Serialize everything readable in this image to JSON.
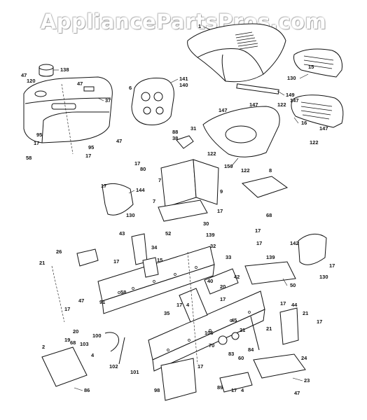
{
  "watermark": "AppliancePartsPros.com",
  "labels": [
    {
      "id": "l1",
      "text": "1"
    },
    {
      "id": "l138",
      "text": "138"
    },
    {
      "id": "l47a",
      "text": "47"
    },
    {
      "id": "l120",
      "text": "120"
    },
    {
      "id": "l47b",
      "text": "47"
    },
    {
      "id": "l37",
      "text": "37"
    },
    {
      "id": "l47c",
      "text": "47"
    },
    {
      "id": "l95a",
      "text": "95"
    },
    {
      "id": "l17a",
      "text": "17"
    },
    {
      "id": "l95b",
      "text": "95"
    },
    {
      "id": "l17b",
      "text": "17"
    },
    {
      "id": "l58a",
      "text": "58"
    },
    {
      "id": "l141",
      "text": "141"
    },
    {
      "id": "l140",
      "text": "140"
    },
    {
      "id": "l6",
      "text": "6"
    },
    {
      "id": "l88",
      "text": "88"
    },
    {
      "id": "l38",
      "text": "38"
    },
    {
      "id": "l31",
      "text": "31"
    },
    {
      "id": "l130a",
      "text": "130"
    },
    {
      "id": "l15",
      "text": "15"
    },
    {
      "id": "l149",
      "text": "149"
    },
    {
      "id": "l147a",
      "text": "147"
    },
    {
      "id": "l147b",
      "text": "147"
    },
    {
      "id": "l122a",
      "text": "122"
    },
    {
      "id": "l147c",
      "text": "147"
    },
    {
      "id": "l16",
      "text": "16"
    },
    {
      "id": "l147d",
      "text": "147"
    },
    {
      "id": "l122b",
      "text": "122"
    },
    {
      "id": "l122c",
      "text": "122"
    },
    {
      "id": "l150",
      "text": "150"
    },
    {
      "id": "l122d",
      "text": "122"
    },
    {
      "id": "l8",
      "text": "8"
    },
    {
      "id": "l17c",
      "text": "17"
    },
    {
      "id": "l80",
      "text": "80"
    },
    {
      "id": "l7a",
      "text": "7"
    },
    {
      "id": "l9",
      "text": "9"
    },
    {
      "id": "l7b",
      "text": "7"
    },
    {
      "id": "l17d",
      "text": "17"
    },
    {
      "id": "l30",
      "text": "30"
    },
    {
      "id": "l68",
      "text": "68"
    },
    {
      "id": "l17e",
      "text": "17"
    },
    {
      "id": "l144",
      "text": "144"
    },
    {
      "id": "l130b",
      "text": "130"
    },
    {
      "id": "l43",
      "text": "43"
    },
    {
      "id": "l52",
      "text": "52"
    },
    {
      "id": "l34",
      "text": "34"
    },
    {
      "id": "l139a",
      "text": "139"
    },
    {
      "id": "l17f",
      "text": "17"
    },
    {
      "id": "l32",
      "text": "32"
    },
    {
      "id": "l17g",
      "text": "17"
    },
    {
      "id": "l33",
      "text": "33"
    },
    {
      "id": "l139b",
      "text": "139"
    },
    {
      "id": "l142",
      "text": "142"
    },
    {
      "id": "l17h",
      "text": "17"
    },
    {
      "id": "l130c",
      "text": "130"
    },
    {
      "id": "l26",
      "text": "26"
    },
    {
      "id": "l21a",
      "text": "21"
    },
    {
      "id": "l47d",
      "text": "47"
    },
    {
      "id": "l17i",
      "text": "17"
    },
    {
      "id": "l58b",
      "text": "58"
    },
    {
      "id": "l15b",
      "text": "15"
    },
    {
      "id": "l91",
      "text": "91"
    },
    {
      "id": "l17j",
      "text": "17"
    },
    {
      "id": "l40",
      "text": "40"
    },
    {
      "id": "l20a",
      "text": "20"
    },
    {
      "id": "l42",
      "text": "42"
    },
    {
      "id": "l50",
      "text": "50"
    },
    {
      "id": "l17k",
      "text": "17"
    },
    {
      "id": "l17l",
      "text": "17"
    },
    {
      "id": "l35",
      "text": "35"
    },
    {
      "id": "l17m",
      "text": "17"
    },
    {
      "id": "l4a",
      "text": "4"
    },
    {
      "id": "l44",
      "text": "44"
    },
    {
      "id": "l21b",
      "text": "21"
    },
    {
      "id": "l17n",
      "text": "17"
    },
    {
      "id": "l20b",
      "text": "20"
    },
    {
      "id": "l19",
      "text": "19"
    },
    {
      "id": "l100",
      "text": "100"
    },
    {
      "id": "l2",
      "text": "2"
    },
    {
      "id": "l68b",
      "text": "68"
    },
    {
      "id": "l103",
      "text": "103"
    },
    {
      "id": "l4b",
      "text": "4"
    },
    {
      "id": "l102",
      "text": "102"
    },
    {
      "id": "l106",
      "text": "106"
    },
    {
      "id": "l70",
      "text": "70"
    },
    {
      "id": "l45",
      "text": "45"
    },
    {
      "id": "l21c",
      "text": "21"
    },
    {
      "id": "l84",
      "text": "84"
    },
    {
      "id": "l21d",
      "text": "21"
    },
    {
      "id": "l83",
      "text": "83"
    },
    {
      "id": "l60",
      "text": "60"
    },
    {
      "id": "l24",
      "text": "24"
    },
    {
      "id": "l101",
      "text": "101"
    },
    {
      "id": "l17o",
      "text": "17"
    },
    {
      "id": "l86",
      "text": "86"
    },
    {
      "id": "l98",
      "text": "98"
    },
    {
      "id": "l89",
      "text": "89"
    },
    {
      "id": "l17p",
      "text": "17"
    },
    {
      "id": "l4c",
      "text": "4"
    },
    {
      "id": "l23",
      "text": "23"
    },
    {
      "id": "l47e",
      "text": "47"
    }
  ]
}
